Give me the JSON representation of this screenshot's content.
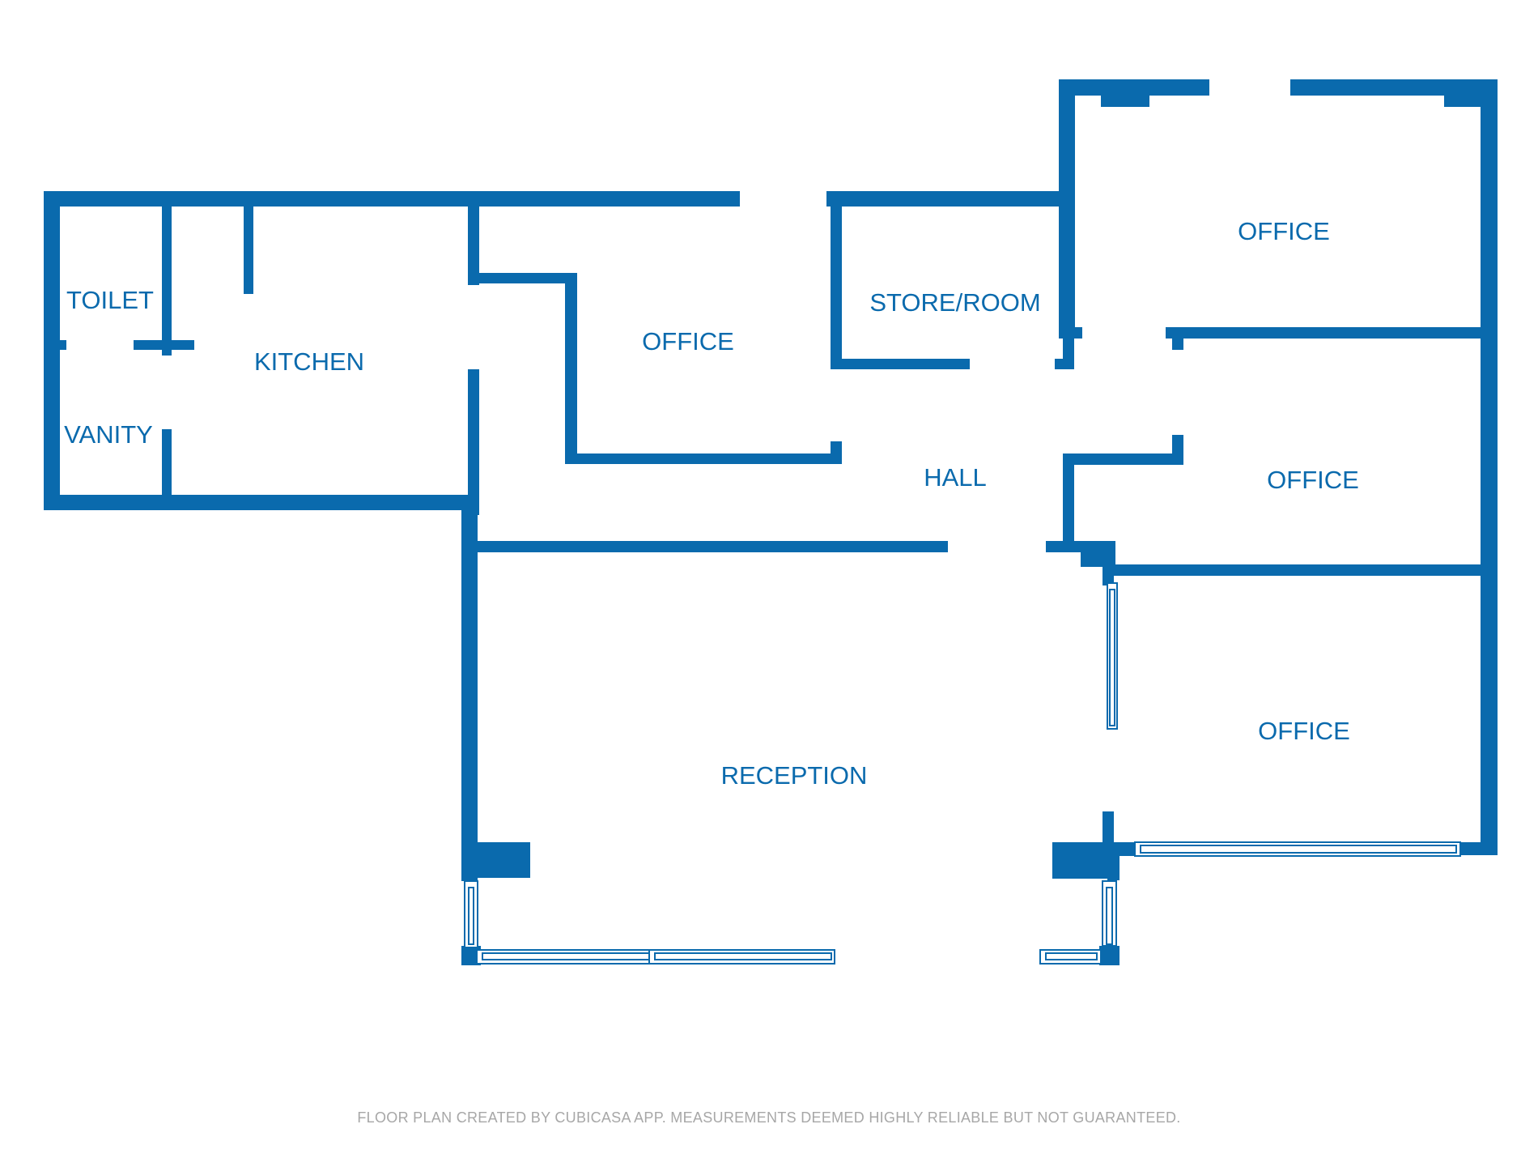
{
  "rooms": {
    "toilet": "TOILET",
    "vanity": "VANITY",
    "kitchen": "KITCHEN",
    "office_center": "OFFICE",
    "store_room": "STORE/ROOM",
    "office_top_right": "OFFICE",
    "hall": "HALL",
    "office_mid_right": "OFFICE",
    "office_bottom_right": "OFFICE",
    "reception": "RECEPTION"
  },
  "footer": {
    "disclaimer": "FLOOR PLAN CREATED BY CUBICASA APP. MEASUREMENTS DEEMED HIGHLY RELIABLE BUT NOT GUARANTEED."
  },
  "colors": {
    "wall": "#0a6aad",
    "label": "#0a6aad",
    "footer_text": "#a7a7a7",
    "background": "#ffffff"
  }
}
